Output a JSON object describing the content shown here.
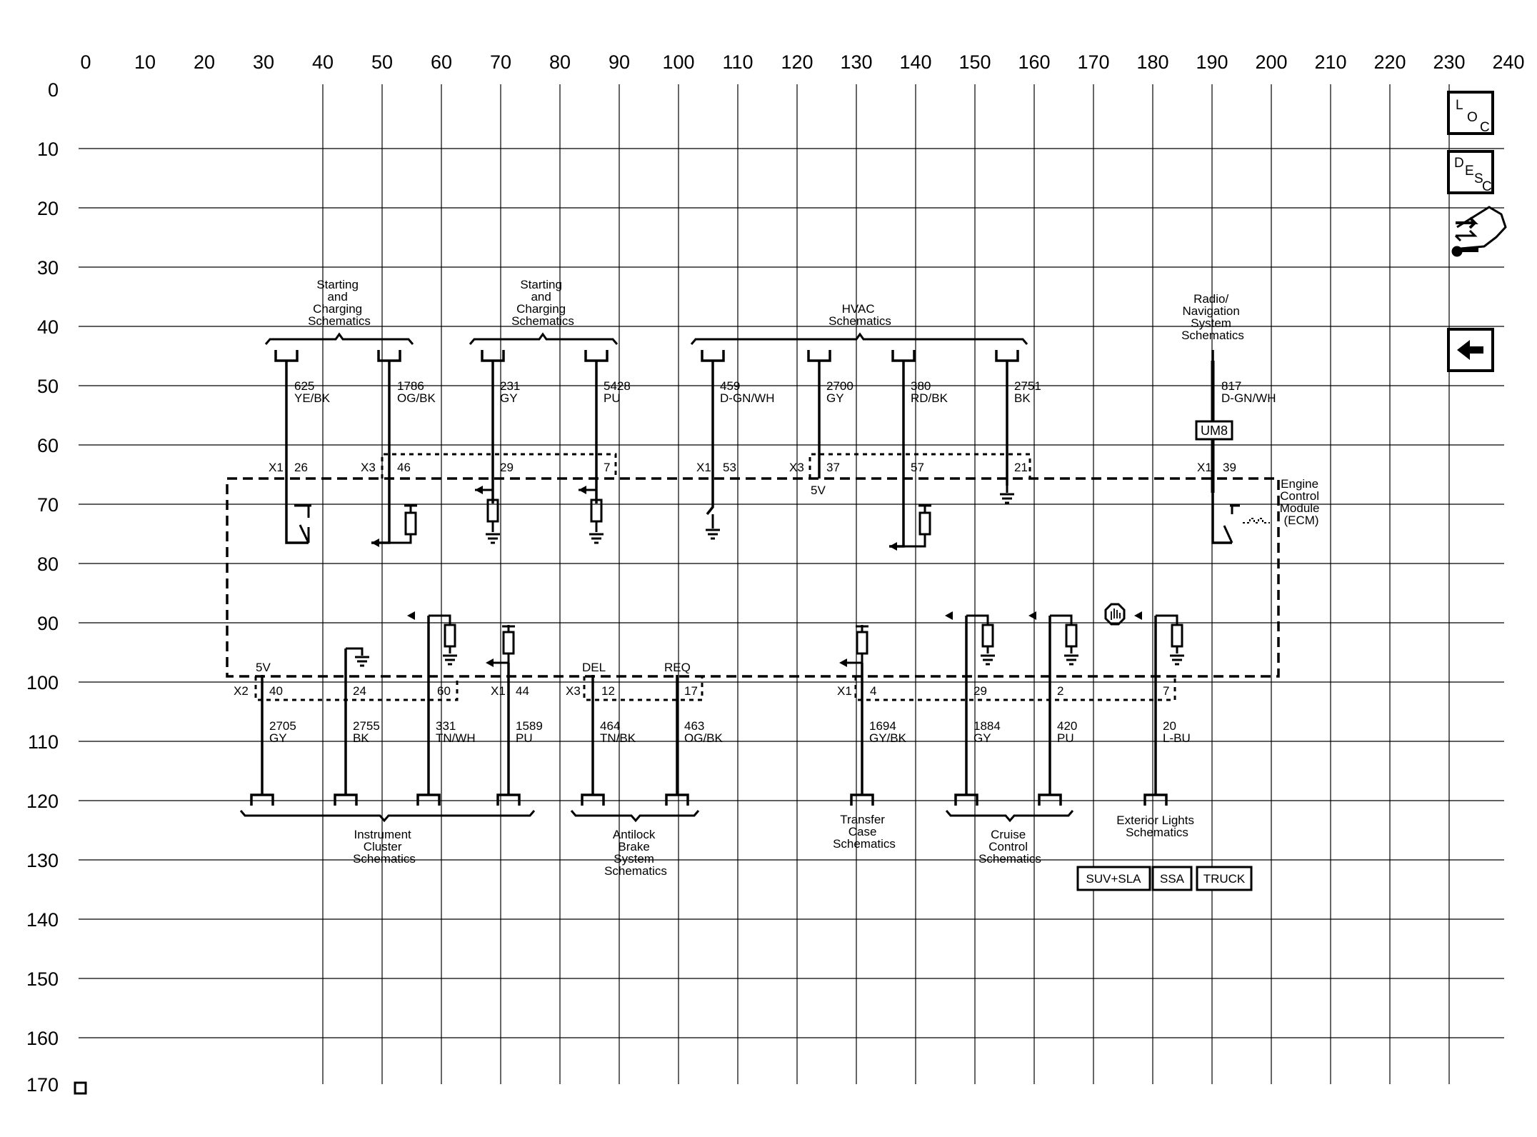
{
  "grid": {
    "col_labels": [
      "0",
      "10",
      "20",
      "30",
      "40",
      "50",
      "60",
      "70",
      "80",
      "90",
      "100",
      "110",
      "120",
      "130",
      "140",
      "150",
      "160",
      "170",
      "180",
      "190",
      "200",
      "210",
      "220",
      "230",
      "240"
    ],
    "row_labels": [
      "0",
      "10",
      "20",
      "30",
      "40",
      "50",
      "60",
      "70",
      "80",
      "90",
      "100",
      "110",
      "120",
      "130",
      "140",
      "150",
      "160",
      "170"
    ]
  },
  "ecm_label": [
    "Engine",
    "Control",
    "Module",
    "(ECM)"
  ],
  "top_groups": [
    {
      "label": [
        "Starting",
        "and",
        "Charging",
        "Schematics"
      ]
    },
    {
      "label": [
        "Starting",
        "and",
        "Charging",
        "Schematics"
      ]
    },
    {
      "label": [
        "HVAC",
        "Schematics"
      ]
    },
    {
      "label": [
        "Radio/",
        "Navigation",
        "System",
        "Schematics"
      ]
    }
  ],
  "top_wires": [
    {
      "circuit": "625",
      "color": "YE/BK",
      "pin": "26",
      "connector": "X1"
    },
    {
      "circuit": "1786",
      "color": "OG/BK",
      "pin": "46",
      "connector": "X3"
    },
    {
      "circuit": "231",
      "color": "GY",
      "pin": "29",
      "connector": ""
    },
    {
      "circuit": "5428",
      "color": "PU",
      "pin": "7",
      "connector": ""
    },
    {
      "circuit": "459",
      "color": "D-GN/WH",
      "pin": "53",
      "connector": "X1"
    },
    {
      "circuit": "2700",
      "color": "GY",
      "pin": "37",
      "connector": "X3"
    },
    {
      "circuit": "380",
      "color": "RD/BK",
      "pin": "57",
      "connector": ""
    },
    {
      "circuit": "2751",
      "color": "BK",
      "pin": "21",
      "connector": ""
    },
    {
      "circuit": "817",
      "color": "D-GN/WH",
      "pin": "39",
      "connector": "X1"
    }
  ],
  "top_notes": {
    "v5": "5V",
    "um8": "UM8"
  },
  "bottom_wires": [
    {
      "circuit": "2705",
      "color": "GY",
      "pin": "40",
      "connector": "X2"
    },
    {
      "circuit": "2755",
      "color": "BK",
      "pin": "24",
      "connector": ""
    },
    {
      "circuit": "331",
      "color": "TN/WH",
      "pin": "60",
      "connector": ""
    },
    {
      "circuit": "1589",
      "color": "PU",
      "pin": "44",
      "connector": "X1"
    },
    {
      "circuit": "464",
      "color": "TN/BK",
      "pin": "12",
      "connector": "X3"
    },
    {
      "circuit": "463",
      "color": "OG/BK",
      "pin": "17",
      "connector": ""
    },
    {
      "circuit": "1694",
      "color": "GY/BK",
      "pin": "4",
      "connector": "X1"
    },
    {
      "circuit": "1884",
      "color": "GY",
      "pin": "29",
      "connector": ""
    },
    {
      "circuit": "420",
      "color": "PU",
      "pin": "2",
      "connector": ""
    },
    {
      "circuit": "20",
      "color": "L-BU",
      "pin": "7",
      "connector": ""
    }
  ],
  "bottom_notes": {
    "v5": "5V",
    "del": "DEL",
    "req": "REQ"
  },
  "bottom_groups": [
    {
      "label": [
        "Instrument",
        "Cluster",
        "Schematics"
      ]
    },
    {
      "label": [
        "Antilock",
        "Brake",
        "System",
        "Schematics"
      ]
    },
    {
      "label": [
        "Transfer",
        "Case",
        "Schematics"
      ]
    },
    {
      "label": [
        "Cruise",
        "Control",
        "Schematics"
      ]
    },
    {
      "label": [
        "Exterior Lights",
        "Schematics"
      ]
    }
  ],
  "options": [
    "SUV+SLA",
    "SSA",
    "TRUCK"
  ],
  "nav": {
    "loc": {
      "a": "L",
      "b": "O",
      "c": "C"
    },
    "desc": {
      "a": "D",
      "b": "E",
      "c": "S",
      "d": "C"
    }
  }
}
